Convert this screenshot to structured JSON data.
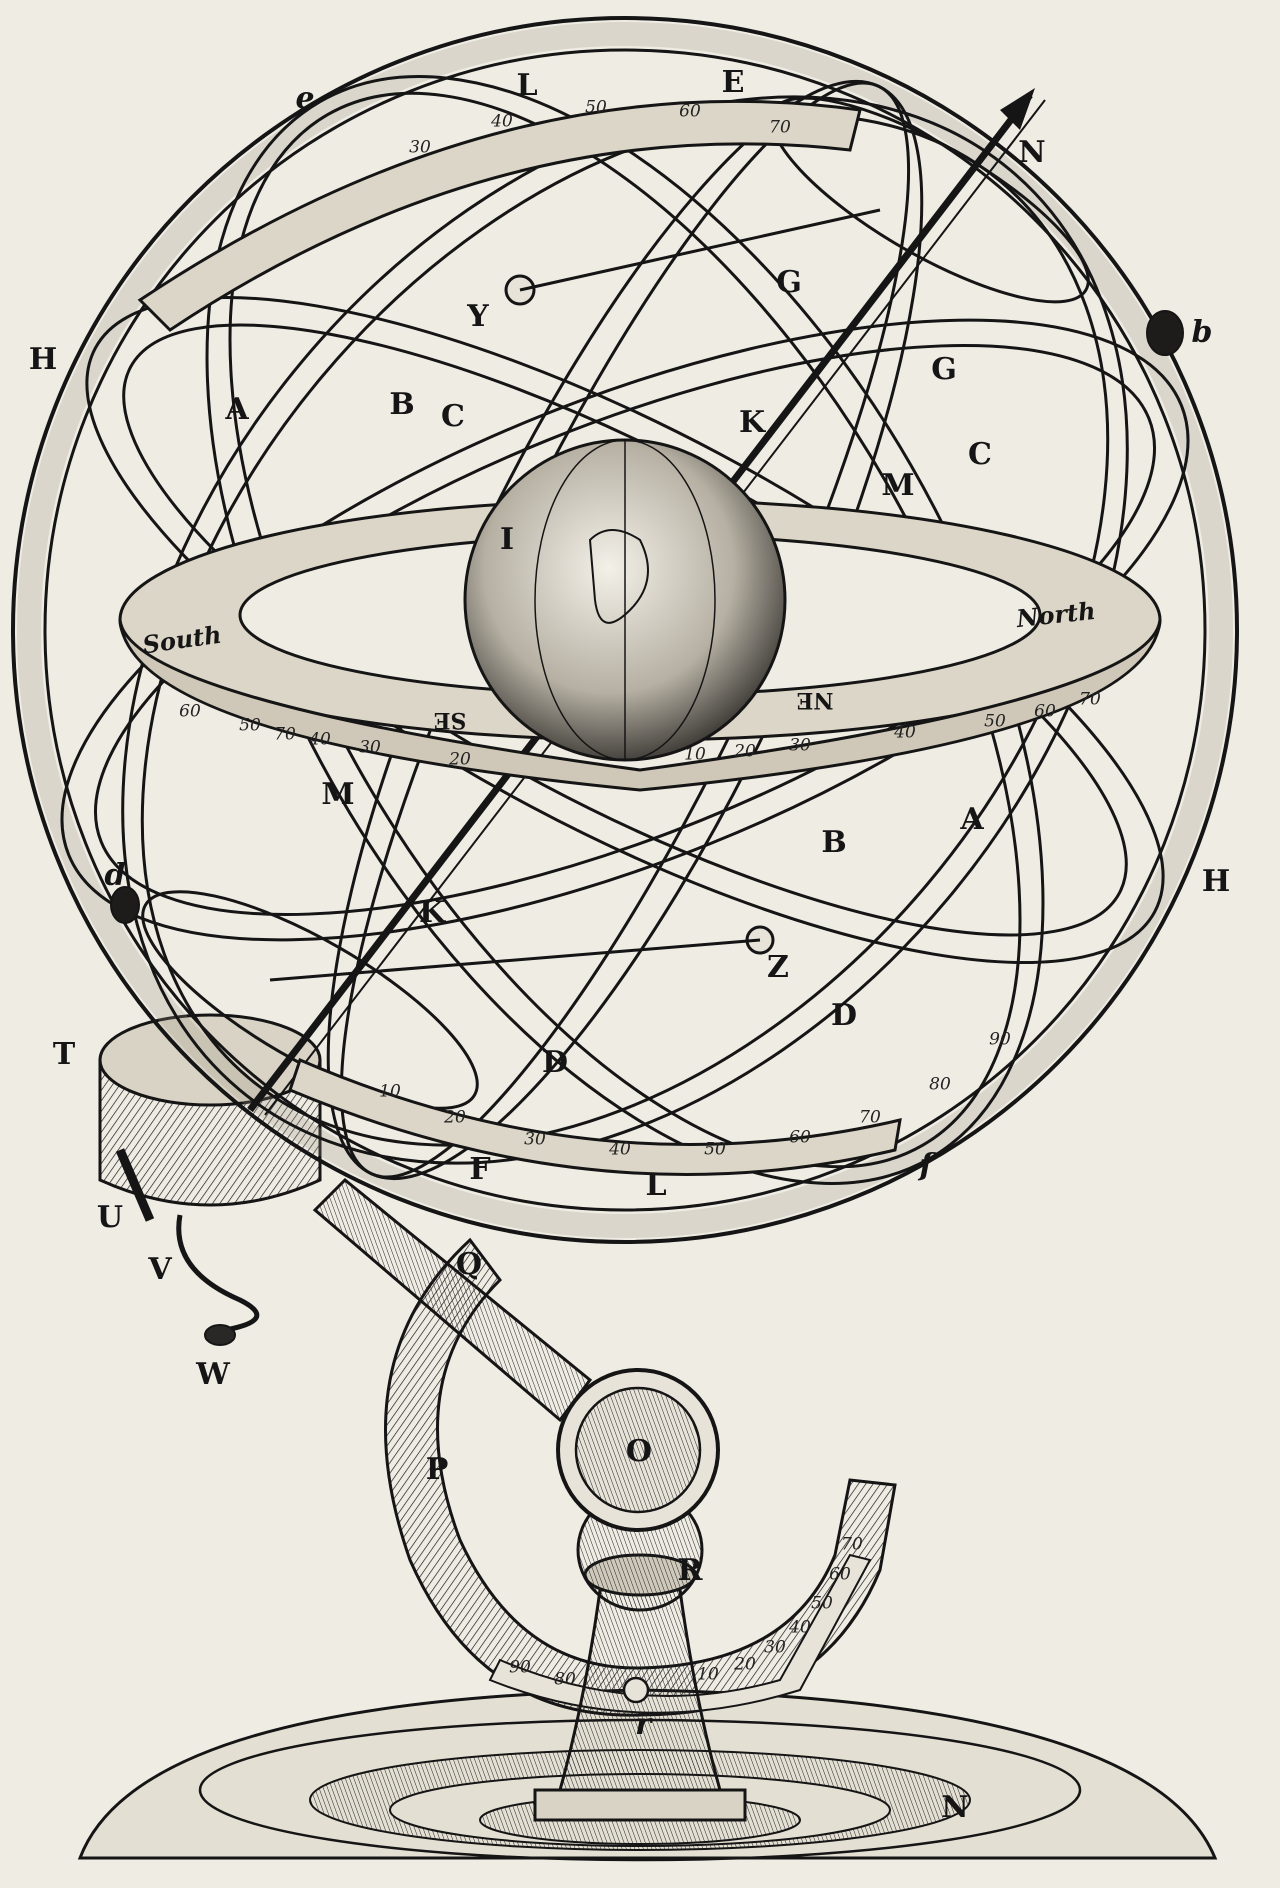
{
  "colors": {
    "paper": "#efece4",
    "ink": "#151515",
    "band": "#dcd6c8",
    "shade": "#3a3733"
  },
  "labels": [
    {
      "id": "L-top",
      "text": "L"
    },
    {
      "id": "E-top",
      "text": "E"
    },
    {
      "id": "e-top",
      "text": "e"
    },
    {
      "id": "N-top",
      "text": "N"
    },
    {
      "id": "b-right",
      "text": "b"
    },
    {
      "id": "H-left",
      "text": "H"
    },
    {
      "id": "H-right",
      "text": "H"
    },
    {
      "id": "Y",
      "text": "Y"
    },
    {
      "id": "G-1",
      "text": "G"
    },
    {
      "id": "G-2",
      "text": "G"
    },
    {
      "id": "A-left",
      "text": "A"
    },
    {
      "id": "A-right",
      "text": "A"
    },
    {
      "id": "B-left",
      "text": "B"
    },
    {
      "id": "B-right",
      "text": "B"
    },
    {
      "id": "C-left",
      "text": "C"
    },
    {
      "id": "C-right",
      "text": "C"
    },
    {
      "id": "K-top",
      "text": "K"
    },
    {
      "id": "K-bottom",
      "text": "K"
    },
    {
      "id": "M-right",
      "text": "M"
    },
    {
      "id": "M-left",
      "text": "M"
    },
    {
      "id": "I",
      "text": "I"
    },
    {
      "id": "South",
      "text": "South"
    },
    {
      "id": "North",
      "text": "North"
    },
    {
      "id": "SE",
      "text": "SE"
    },
    {
      "id": "NE",
      "text": "NE"
    },
    {
      "id": "d-left",
      "text": "d"
    },
    {
      "id": "Z",
      "text": "Z"
    },
    {
      "id": "D-right",
      "text": "D"
    },
    {
      "id": "D-bottom",
      "text": "D"
    },
    {
      "id": "T",
      "text": "T"
    },
    {
      "id": "F",
      "text": "F"
    },
    {
      "id": "L-bottom",
      "text": "L"
    },
    {
      "id": "f",
      "text": "f"
    },
    {
      "id": "U",
      "text": "U"
    },
    {
      "id": "V",
      "text": "V"
    },
    {
      "id": "W",
      "text": "W"
    },
    {
      "id": "Q",
      "text": "Q"
    },
    {
      "id": "O",
      "text": "O"
    },
    {
      "id": "P",
      "text": "P"
    },
    {
      "id": "R",
      "text": "R"
    },
    {
      "id": "r",
      "text": "r"
    },
    {
      "id": "N-base",
      "text": "N"
    }
  ],
  "degrees_top": [
    "30",
    "40",
    "50",
    "60",
    "70"
  ],
  "degrees_horizon": [
    "10",
    "20",
    "30",
    "40",
    "50",
    "60",
    "70"
  ],
  "degrees_horizon_left": [
    "20",
    "30",
    "40",
    "50",
    "60",
    "70"
  ],
  "degrees_bottom": [
    "10",
    "20",
    "30",
    "40",
    "50",
    "60",
    "70",
    "80",
    "90"
  ],
  "degrees_quadrant": [
    "90",
    "80",
    "10",
    "20",
    "30",
    "40",
    "50",
    "60",
    "70"
  ]
}
